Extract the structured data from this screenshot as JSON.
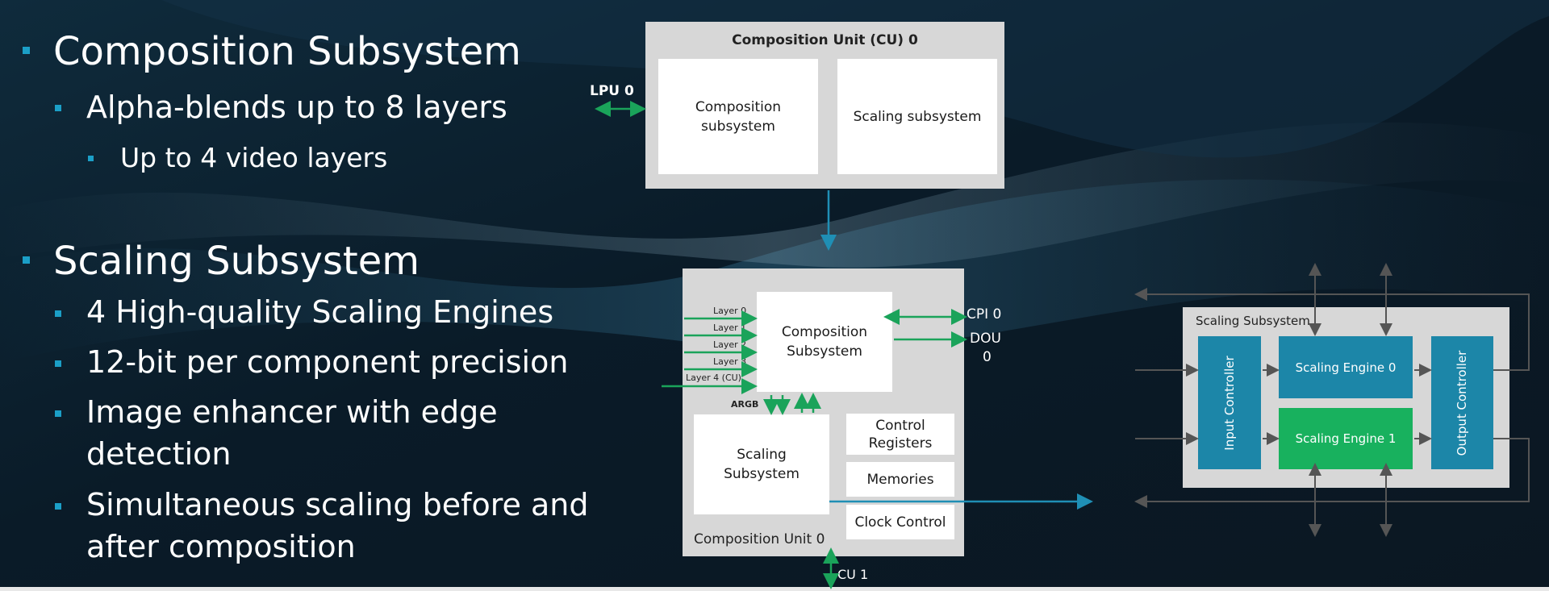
{
  "bullets": {
    "composition": {
      "title": "Composition Subsystem",
      "sub1": "Alpha-blends up to 8 layers",
      "sub1a": "Up to 4 video layers"
    },
    "scaling": {
      "title": "Scaling Subsystem",
      "items": [
        "4 High-quality Scaling Engines",
        "12-bit per component precision",
        "Image enhancer with edge",
        "detection",
        "Simultaneous scaling before and",
        "after composition"
      ]
    }
  },
  "diagram_top": {
    "title": "Composition Unit (CU) 0",
    "lpu": "LPU 0",
    "left_box": [
      "Composition",
      "subsystem"
    ],
    "right_box": "Scaling subsystem"
  },
  "diagram_mid": {
    "layers": [
      "Layer 0",
      "Layer 1",
      "Layer 2",
      "Layer 3",
      "Layer 4 (CU)"
    ],
    "comp_box": [
      "Composition",
      "Subsystem"
    ],
    "cpi": "CPI 0",
    "dou": [
      "DOU",
      "0"
    ],
    "argb": "ARGB",
    "scaling_box": [
      "Scaling",
      "Subsystem"
    ],
    "control": [
      "Control",
      "Registers"
    ],
    "memories": "Memories",
    "clock": "Clock Control",
    "footer": "Composition Unit 0",
    "cu1": "CU 1"
  },
  "diagram_right": {
    "title": "Scaling Subsystem",
    "input": "Input Controller",
    "engine0": "Scaling Engine 0",
    "engine1": "Scaling Engine 1",
    "output": "Output Controller"
  },
  "colors": {
    "bullet": "#1b9fc7",
    "green": "#1aa35a",
    "teal": "#1f8fb5",
    "engine_blue": "#1c86a8",
    "engine_green": "#18b15e",
    "box_gray": "#d7d7d7"
  }
}
